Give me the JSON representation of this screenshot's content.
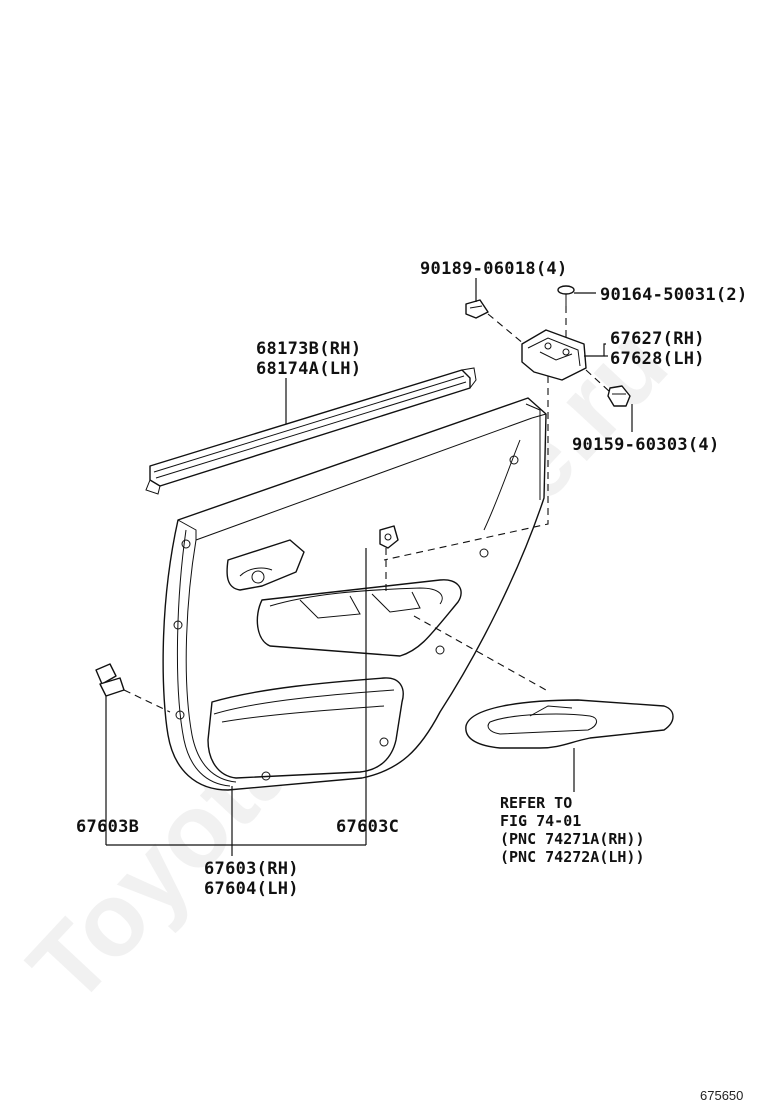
{
  "watermark": "ToyotaCarMine.ru",
  "labels": {
    "bolt_90189": "90189-06018(4)",
    "screw_90164": "90164-50031(2)",
    "bracket_rh": "67627(RH)",
    "bracket_lh": "67628(LH)",
    "clip_90159": "90159-60303(4)",
    "strip_rh": "68173B(RH)",
    "strip_lh": "68174A(LH)",
    "clip_b": "67603B",
    "clip_c": "67603C",
    "panel_rh": "67603(RH)",
    "panel_lh": "67604(LH)"
  },
  "refer": {
    "line1": "REFER TO",
    "line2": "FIG 74-01",
    "line3": "(PNC 74271A(RH))",
    "line4": "(PNC 74272A(LH))"
  },
  "illustration_code": "675650"
}
